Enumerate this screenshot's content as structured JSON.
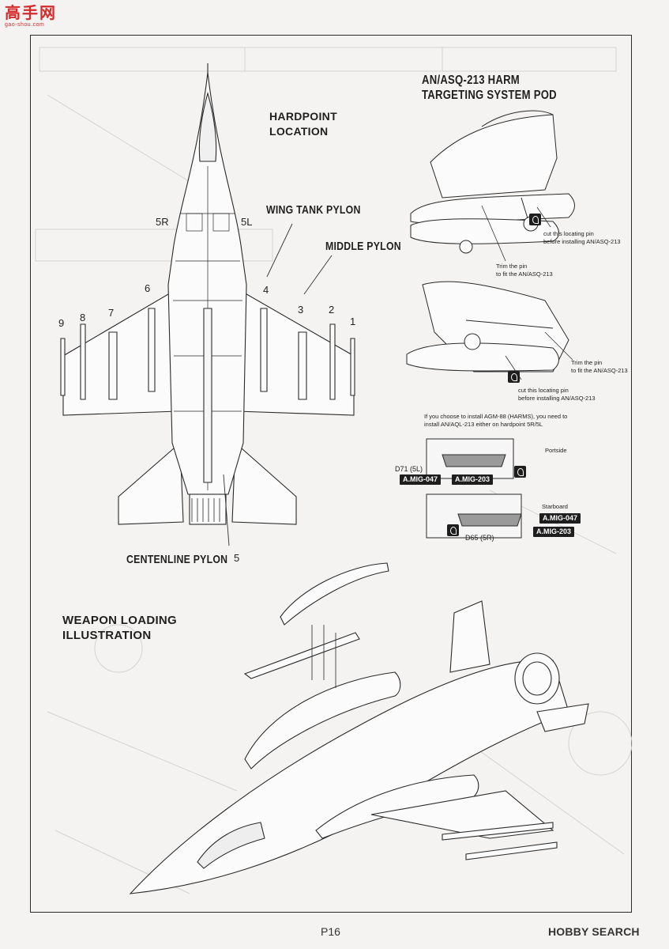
{
  "logo": {
    "main": "高手网",
    "sub": "gao-shou.com"
  },
  "titles": {
    "hardpoint": [
      "HARDPOINT",
      "LOCATION"
    ],
    "wing_tank_pylon": "WING TANK PYLON",
    "middle_pylon": "MIDDLE PYLON",
    "centerline_pylon": "CENTENLINE PYLON",
    "harm_pod": [
      "AN/ASQ-213 HARM",
      "TARGETING SYSTEM POD"
    ],
    "weapon_loading": [
      "WEAPON LOADING",
      "ILLUSTRATION"
    ]
  },
  "hardpoints": {
    "p1": "1",
    "p2": "2",
    "p3": "3",
    "p4": "4",
    "p5": "5",
    "p5r": "5R",
    "p5l": "5L",
    "p6": "6",
    "p7": "7",
    "p8": "8",
    "p9": "9"
  },
  "notes": {
    "cut_pin_1": [
      "cut this locating pin",
      "before installing AN/ASQ-213"
    ],
    "trim_pin_1": [
      "Trim the pin",
      "to fit the AN/ASQ-213"
    ],
    "trim_pin_2": [
      "Trim the pin",
      "to fit the AN/ASQ-213"
    ],
    "cut_pin_2": [
      "cut this locating pin",
      "before installing AN/ASQ-213"
    ],
    "agm88": [
      "If you choose to install AGM-88 (HARMS), you need to",
      "install AN/AQL-213 either on hardpoint 5R/5L"
    ],
    "portside": "Portside",
    "starboard": "Starboard"
  },
  "parts": {
    "d71": "D71 (5L)",
    "d65": "D65 (5R)",
    "badge_a1": "A.MIG-047",
    "badge_a2": "A.MIG-203",
    "badge_b1": "A.MIG-047",
    "badge_b2": "A.MIG-203"
  },
  "footer": {
    "page": "P16",
    "watermark": "HOBBY SEARCH"
  }
}
